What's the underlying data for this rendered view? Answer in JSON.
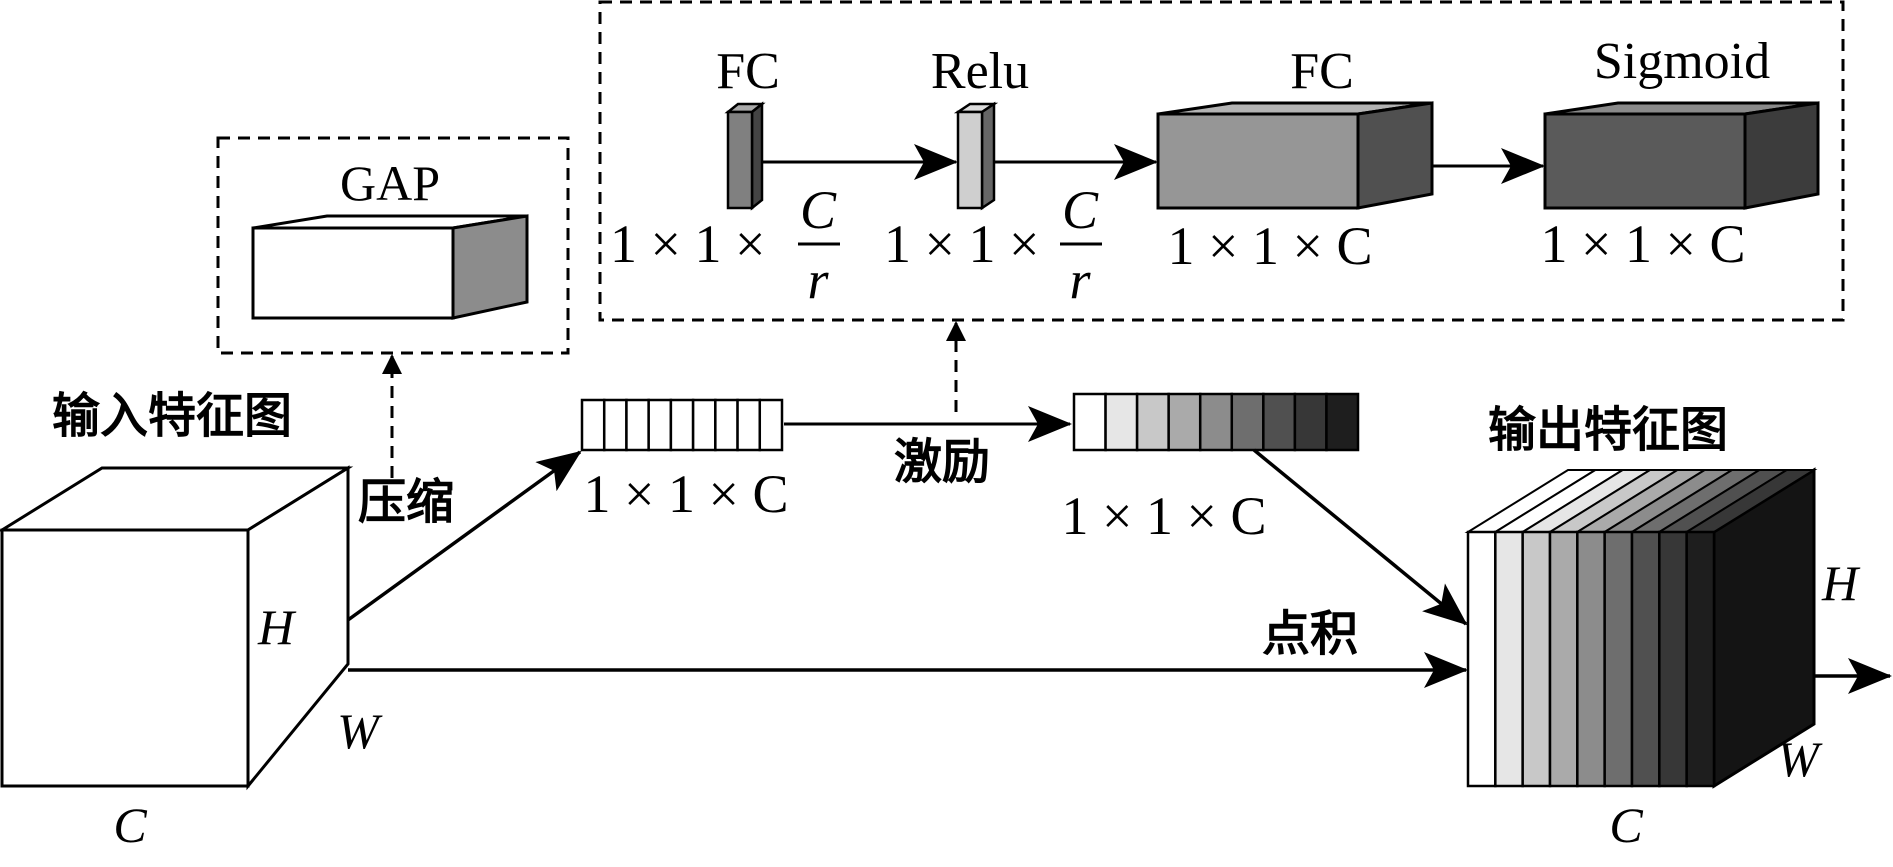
{
  "input_label": "输入特征图",
  "output_label": "输出特征图",
  "squeeze_label": "压缩",
  "excite_label": "激励",
  "product_label": "点积",
  "gap_label": "GAP",
  "input_dims": {
    "h": "H",
    "w": "W",
    "c": "C"
  },
  "output_dims": {
    "h": "H",
    "w": "W",
    "c": "C"
  },
  "squeezed_vector_label": "1 × 1 × C",
  "weight_vector_label": "1 × 1 × C",
  "excitation_blocks": [
    {
      "title": "FC",
      "dim": "1 × 1 ×",
      "frac_num": "C",
      "frac_den": "r"
    },
    {
      "title": "Relu",
      "dim": "1 × 1 ×",
      "frac_num": "C",
      "frac_den": "r"
    },
    {
      "title": "FC",
      "dim": "1 × 1 × C"
    },
    {
      "title": "Sigmoid",
      "dim": "1 × 1 × C"
    }
  ],
  "colors": {
    "weight_ramp": [
      "#ffffff",
      "#e6e6e6",
      "#c8c8c8",
      "#aaaaaa",
      "#8c8c8c",
      "#6e6e6e",
      "#505050",
      "#373737",
      "#1e1e1e"
    ]
  }
}
